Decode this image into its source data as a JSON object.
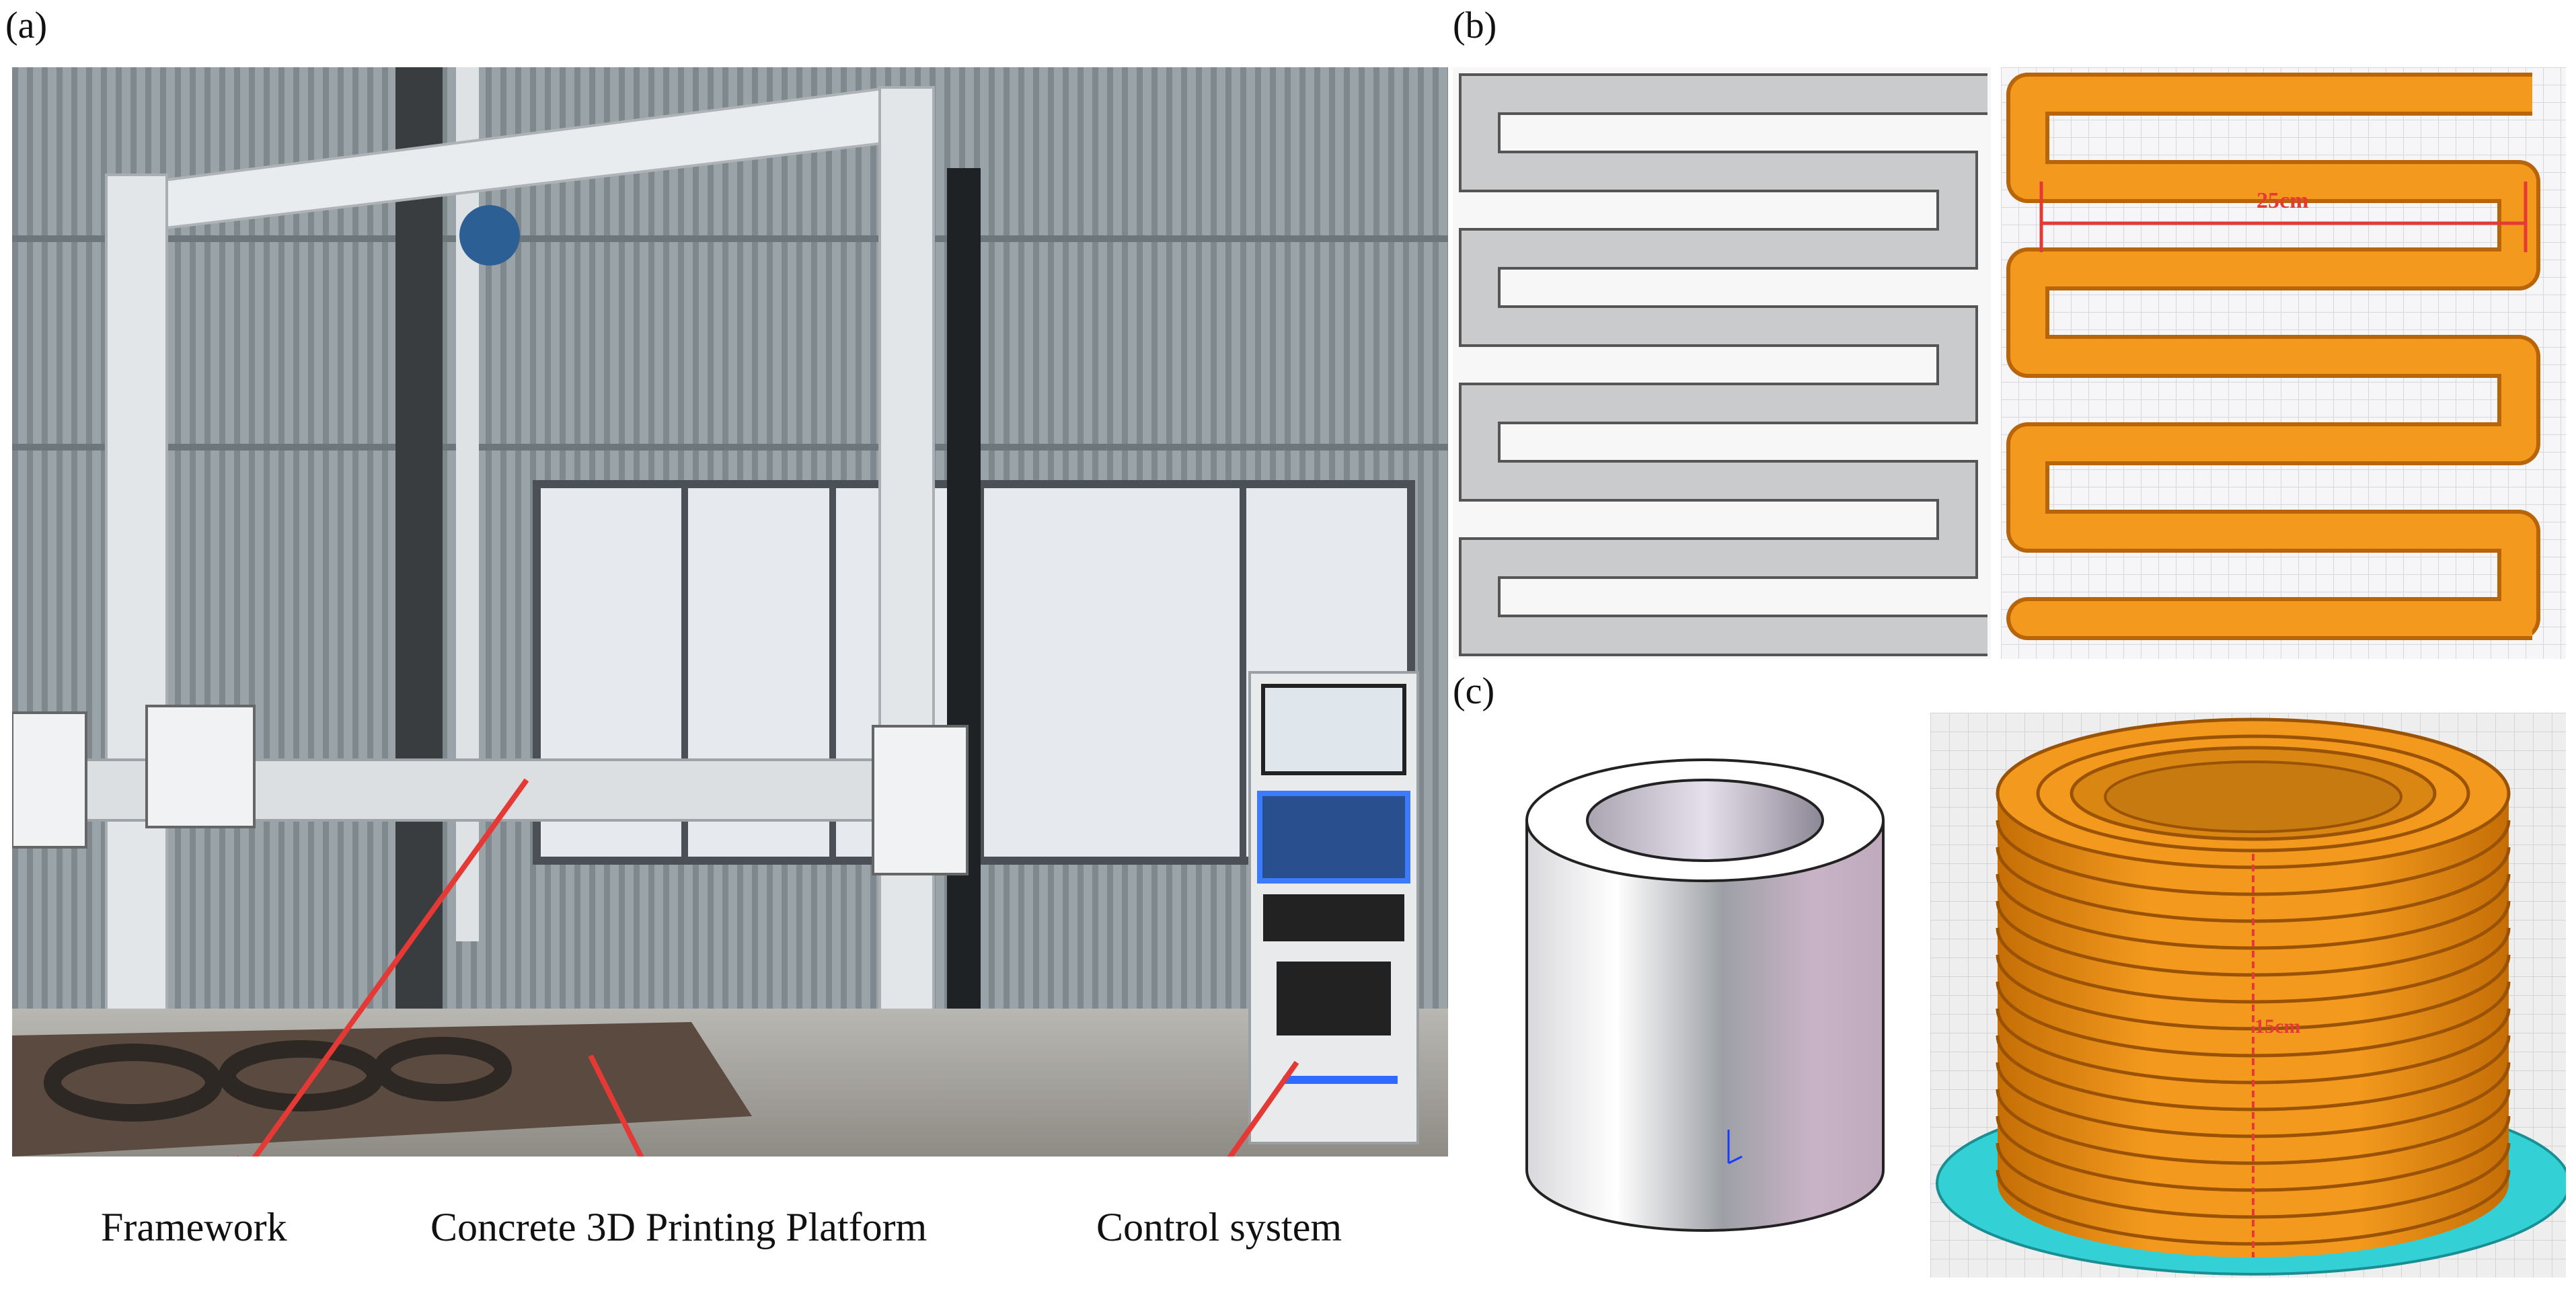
{
  "panels": {
    "a": {
      "label": "(a)",
      "annotations": [
        "Framework",
        "Concrete 3D Printing Platform",
        "Control system"
      ]
    },
    "b": {
      "label": "(b)",
      "dimension": "25cm"
    },
    "c": {
      "label": "(c)",
      "dimension": "15cm"
    }
  },
  "colors": {
    "print_orange": "#F39A1E",
    "slab_cyan": "#33D1D6",
    "arrow_red": "#E53935",
    "cad_gray": "#CACBCD",
    "steel_white": "#E9ECEF"
  }
}
